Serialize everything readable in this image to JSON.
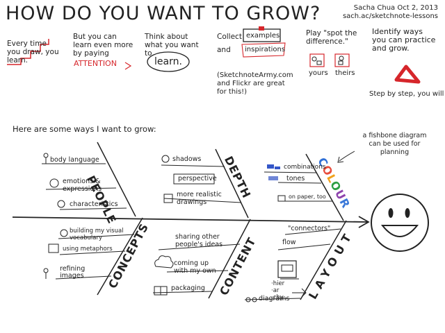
{
  "header": {
    "title": "HOW DO YOU WANT TO GROW?",
    "author_date": "Sacha Chua Oct 2, 2013",
    "url": "sach.ac/sketchnote-lessons"
  },
  "tips": {
    "draw": "Every time you draw, you learn.",
    "attention_lead": "But you can learn even more by paying",
    "attention_word": "ATTENTION",
    "think": "Think about what you want to",
    "learn_word": "learn.",
    "collect_lead": "Collect",
    "collect_and": "and",
    "examples": "examples",
    "inspirations": "inspirations",
    "collect_note": "(SketchnoteArmy.com and Flickr are great for this!)",
    "spot": "Play \"spot the difference.\"",
    "yours": "yours",
    "theirs": "theirs",
    "identify": "Identify ways you can practice and grow.",
    "step": "Step by step, you will!"
  },
  "intro": "Here are some ways I want to grow:",
  "fishbone_note": "a fishbone diagram can be used for planning",
  "categories": {
    "people": "PEOPLE",
    "depth": "DEPTH",
    "colour": "COLOUR",
    "concepts": "CONCEPTS",
    "content": "CONTENT",
    "layout": "LAYOUT"
  },
  "colour_letters": [
    "C",
    "O",
    "L",
    "O",
    "U",
    "R"
  ],
  "colours": {
    "accent_red": "#d6262b",
    "c": "#2f6fd6",
    "o1": "#e74c3c",
    "l": "#f1a21b",
    "o2": "#2e9e44",
    "u": "#8e44ad",
    "r": "#3a78d8",
    "blue_swatch": "#3456c8"
  },
  "people_items": [
    "body language",
    "emotions & expressions",
    "characteristics"
  ],
  "depth_items": [
    "shadows",
    "perspective",
    "more realistic drawings"
  ],
  "colour_items": [
    "combinations",
    "tones",
    "on paper, too"
  ],
  "concepts_items": [
    "building my visual vocabulary",
    "using metaphors",
    "refining images"
  ],
  "content_items": [
    "sharing other people's ideas",
    "coming up with my own",
    "packaging"
  ],
  "layout_items": [
    "\"connectors\"",
    "flow",
    "·hier ·ar ·chy",
    "diagrams"
  ],
  "icons": [
    "person-icon",
    "smiley-icon",
    "cube-icon",
    "cloud-icon",
    "book-icon",
    "smiley-face-icon",
    "triangle-icon"
  ]
}
